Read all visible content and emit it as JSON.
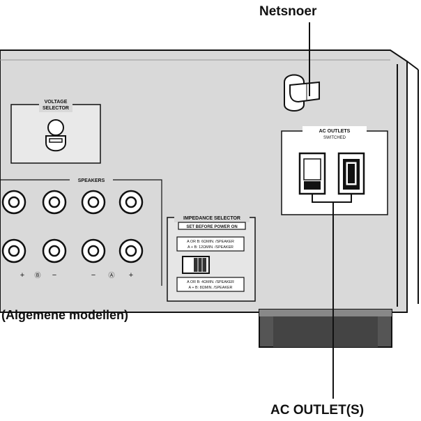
{
  "callouts": {
    "power_cord": "Netsnoer",
    "models": "(Algemene modellen)",
    "ac_outlets": "AC OUTLET(S)"
  },
  "panel": {
    "voltage_selector": [
      "VOLTAGE",
      "SELECTOR"
    ],
    "speakers": "SPEAKERS",
    "speaker_a": "Ⓐ",
    "speaker_b": "Ⓑ",
    "polarity_plus": "+",
    "polarity_minus": "−",
    "impedance_selector": "IMPEDANCE SELECTOR",
    "impedance_warning": "SET BEFORE POWER ON",
    "impedance_setting_1": [
      "A OR B: 6ΩMIN. /SPEAKER",
      "A + B: 12ΩMIN. /SPEAKER"
    ],
    "impedance_setting_2": [
      "A OR B: 4ΩMIN. /SPEAKER",
      "A + B: 8ΩMIN. /SPEAKER"
    ],
    "ac_outlets_header": [
      "AC OUTLETS",
      "SWITCHED"
    ]
  },
  "colors": {
    "ink": "#111111",
    "panel_gray": "#d9d9d9",
    "outlet_bg": "#ffffff"
  }
}
